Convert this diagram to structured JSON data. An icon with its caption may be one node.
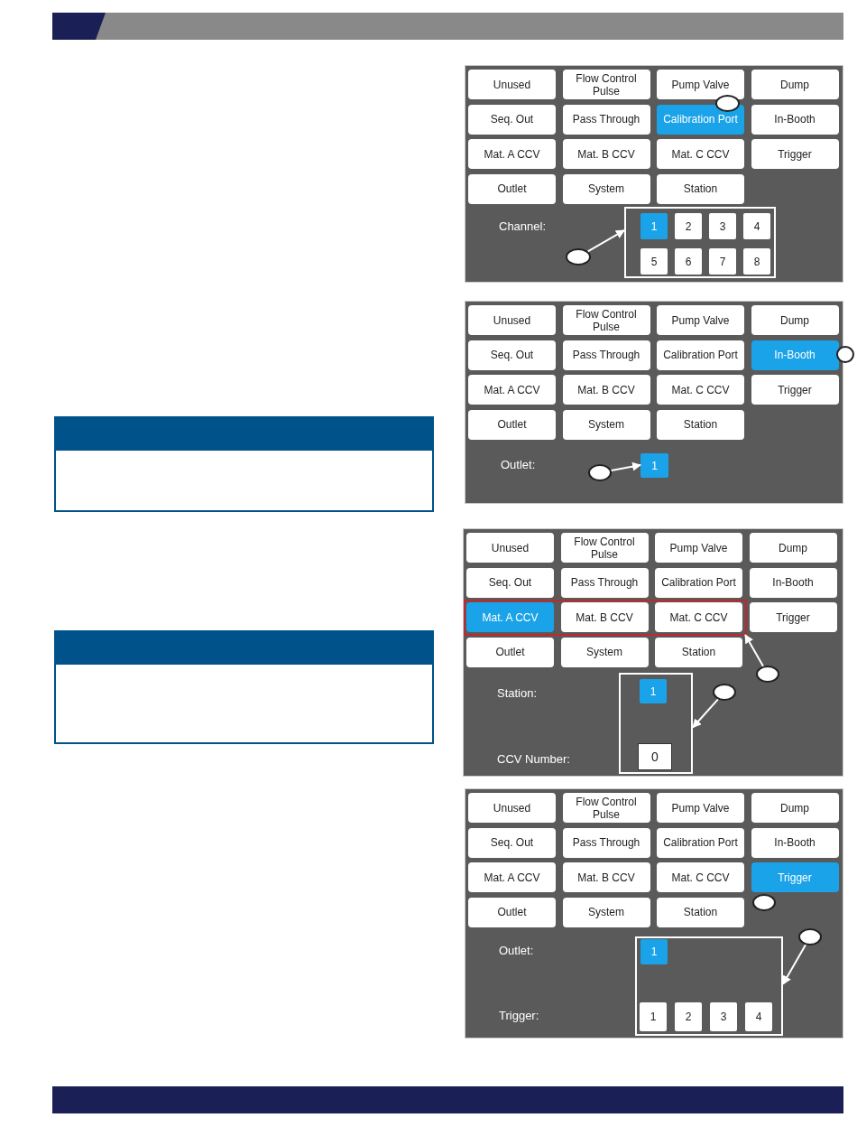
{
  "diagram": {
    "nodes": [
      {
        "text": [],
        "shape": "box"
      },
      {
        "text": [
          "Unused"
        ],
        "in": 0
      },
      {
        "text": [
          "Flow Control Pulse"
        ],
        "in": 0
      },
      {
        "text": [
          "Pump Valve"
        ],
        "in": 0
      },
      {
        "text": [
          "Dump"
        ],
        "in": 0
      },
      {
        "text": [
          "Seq. Out"
        ],
        "in": 0
      },
      {
        "text": [
          "Pass Through"
        ],
        "in": 0
      },
      {
        "text": [
          "Calibration Port"
        ],
        "in": 0
      },
      {
        "text": [
          "In-Booth"
        ],
        "in": 0
      },
      {
        "text": [
          "Mat. A CCV"
        ],
        "in": 0
      },
      {
        "text": [
          "Mat. B CCV"
        ],
        "in": 0
      },
      {
        "text": [
          "Mat. C CCV"
        ],
        "in": 0
      },
      {
        "text": [
          "Trigger"
        ],
        "in": 0
      },
      {
        "text": [
          "Outlet"
        ],
        "in": 0
      },
      {
        "text": [
          "System"
        ],
        "in": 0
      },
      {
        "text": [
          "Station"
        ],
        "in": 0
      },
      {
        "text": [],
        "shape": "circle",
        "in": 0
      },
      {
        "text": [],
        "shape": "box",
        "in": 0
      },
      {
        "text": [
          "1"
        ],
        "in": 17
      },
      {
        "text": [
          "2"
        ],
        "in": 17
      },
      {
        "text": [
          "3"
        ],
        "in": 17
      },
      {
        "text": [
          "4"
        ],
        "in": 17
      },
      {
        "text": [
          "5"
        ],
        "in": 17
      },
      {
        "text": [
          "6"
        ],
        "in": 17
      },
      {
        "text": [
          "7"
        ],
        "in": 17
      },
      {
        "text": [
          "8"
        ],
        "in": 17
      },
      {
        "text": [],
        "shape": "circle",
        "in": 0
      },
      {
        "text": [],
        "shape": "box"
      },
      {
        "text": [
          "Unused"
        ],
        "in": 27
      },
      {
        "text": [
          "Flow Control Pulse"
        ],
        "in": 27
      },
      {
        "text": [
          "Pump Valve"
        ],
        "in": 27
      },
      {
        "text": [
          "Dump"
        ],
        "in": 27
      },
      {
        "text": [
          "Seq. Out"
        ],
        "in": 27
      },
      {
        "text": [
          "Pass Through"
        ],
        "in": 27
      },
      {
        "text": [
          "Calibration Port"
        ],
        "in": 27
      },
      {
        "text": [
          "In-Booth"
        ],
        "in": 27
      },
      {
        "text": [
          "Mat. A CCV"
        ],
        "in": 27
      },
      {
        "text": [
          "Mat. B CCV"
        ],
        "in": 27
      },
      {
        "text": [
          "Mat. C CCV"
        ],
        "in": 27
      },
      {
        "text": [
          "Trigger"
        ],
        "in": 27
      },
      {
        "text": [
          "Outlet"
        ],
        "in": 27
      },
      {
        "text": [
          "System"
        ],
        "in": 27
      },
      {
        "text": [
          "Station"
        ],
        "in": 27
      },
      {
        "text": [],
        "shape": "circle",
        "in": 27
      },
      {
        "text": [
          "1"
        ],
        "in": 27
      },
      {
        "text": [],
        "shape": "circle",
        "in": 27
      },
      {
        "text": [],
        "shape": "box"
      },
      {
        "text": [
          "Unused"
        ],
        "in": 46
      },
      {
        "text": [
          "Flow Control Pulse"
        ],
        "in": 46
      },
      {
        "text": [
          "Pump Valve"
        ],
        "in": 46
      },
      {
        "text": [
          "Dump"
        ],
        "in": 46
      },
      {
        "text": [
          "Seq. Out"
        ],
        "in": 46
      },
      {
        "text": [
          "Pass Through"
        ],
        "in": 46
      },
      {
        "text": [
          "Calibration Port"
        ],
        "in": 46
      },
      {
        "text": [
          "In-Booth"
        ],
        "in": 46
      },
      {
        "text": [],
        "shape": "box",
        "in": 46
      },
      {
        "text": [
          "Mat. A CCV"
        ],
        "in": 55
      },
      {
        "text": [
          "Mat. B CCV"
        ],
        "in": 55
      },
      {
        "text": [
          "Mat. C CCV"
        ],
        "in": 55
      },
      {
        "text": [
          "Trigger"
        ],
        "in": 46
      },
      {
        "text": [
          "Outlet"
        ],
        "in": 46
      },
      {
        "text": [
          "System"
        ],
        "in": 46
      },
      {
        "text": [
          "Station"
        ],
        "in": 46
      },
      {
        "text": [],
        "shape": "circle",
        "in": 46
      },
      {
        "text": [],
        "shape": "box",
        "in": 46
      },
      {
        "text": [
          "1"
        ],
        "in": 64
      },
      {
        "text": [],
        "shape": "circle",
        "in": 46
      },
      {
        "text": [
          "0"
        ],
        "in": 64
      },
      {
        "text": [],
        "shape": "box"
      },
      {
        "text": [
          "Unused"
        ],
        "in": 68
      },
      {
        "text": [
          "Flow Control Pulse"
        ],
        "in": 68
      },
      {
        "text": [
          "Pump Valve"
        ],
        "in": 68
      },
      {
        "text": [
          "Dump"
        ],
        "in": 68
      },
      {
        "text": [
          "Seq. Out"
        ],
        "in": 68
      },
      {
        "text": [
          "Pass Through"
        ],
        "in": 68
      },
      {
        "text": [
          "Calibration Port"
        ],
        "in": 68
      },
      {
        "text": [
          "In-Booth"
        ],
        "in": 68
      },
      {
        "text": [
          "Mat. A CCV"
        ],
        "in": 68
      },
      {
        "text": [
          "Mat. B CCV"
        ],
        "in": 68
      },
      {
        "text": [
          "Mat. C CCV"
        ],
        "in": 68
      },
      {
        "text": [
          "Trigger"
        ],
        "in": 68
      },
      {
        "text": [
          "Outlet"
        ],
        "in": 68
      },
      {
        "text": [
          "System"
        ],
        "in": 68
      },
      {
        "text": [
          "Station"
        ],
        "in": 68
      },
      {
        "text": [],
        "shape": "circle",
        "in": 68
      },
      {
        "text": [],
        "shape": "box",
        "in": 68
      },
      {
        "text": [
          "1"
        ],
        "in": 85
      },
      {
        "text": [
          "1"
        ],
        "in": 85
      },
      {
        "text": [
          "2"
        ],
        "in": 85
      },
      {
        "text": [
          "3"
        ],
        "in": 85
      },
      {
        "text": [
          "4"
        ],
        "in": 85
      },
      {
        "text": [],
        "shape": "circle",
        "in": 68
      },
      {
        "text": [],
        "shape": "box"
      },
      {
        "text": [],
        "shape": "box"
      }
    ],
    "edges": [
      {
        "from": 26,
        "to": 17,
        "arrow": "to"
      },
      {
        "from": 45,
        "to": 44,
        "arrow": "to"
      },
      {
        "from": 63,
        "to": 55,
        "arrow": "to"
      },
      {
        "from": 66,
        "to": 64,
        "arrow": "to"
      },
      {
        "from": 91,
        "to": 85,
        "arrow": "to"
      }
    ],
    "labels": [
      "Channel:",
      "Outlet:",
      "Station:",
      "CCV Number:",
      "Outlet:",
      "Trigger:"
    ]
  }
}
